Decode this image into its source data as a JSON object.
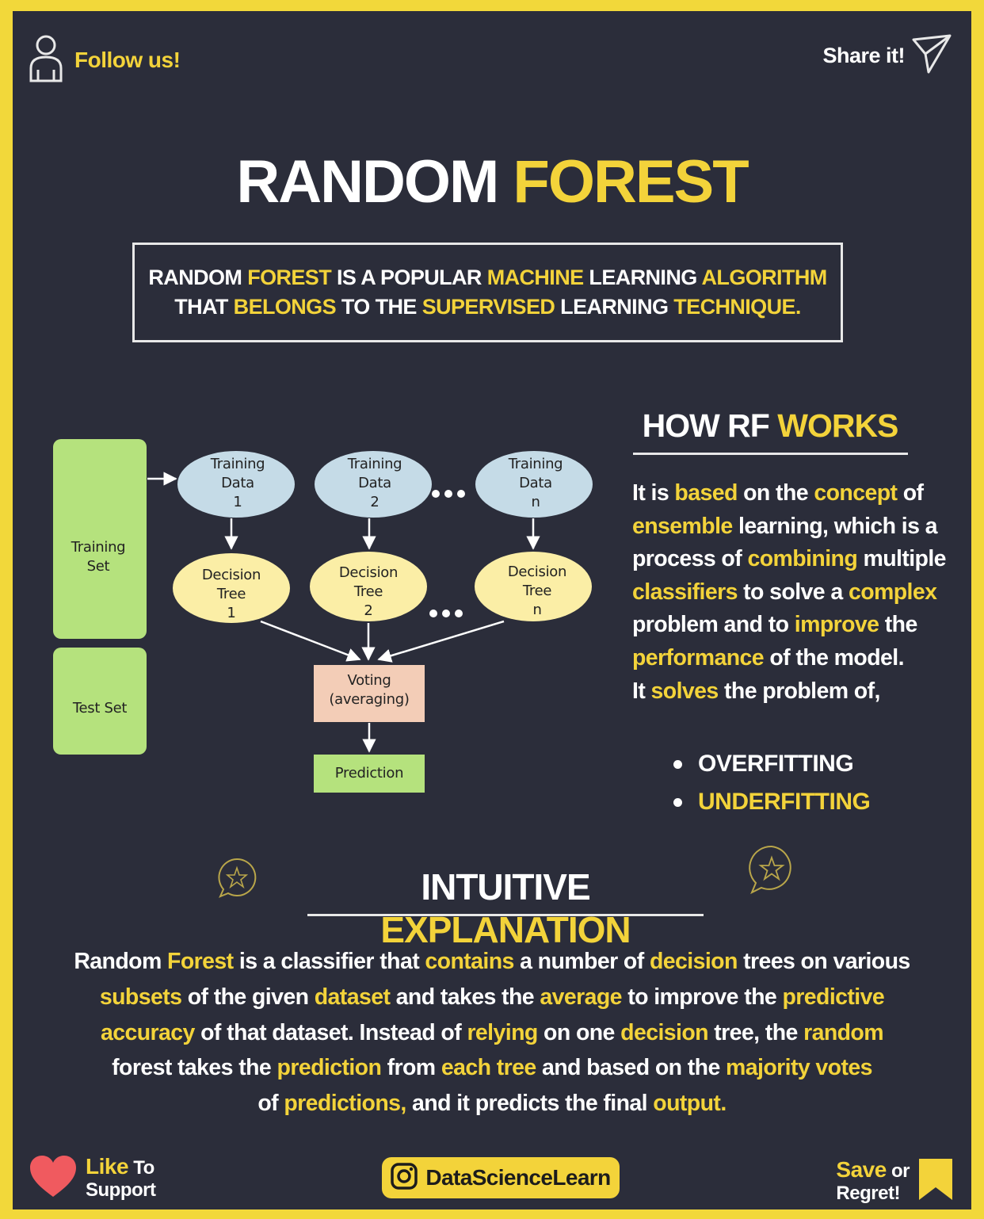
{
  "header": {
    "follow": "Follow us!",
    "share": "Share it!"
  },
  "title": {
    "part1": "RANDOM",
    "part2": "FOREST"
  },
  "definition": {
    "line1": [
      {
        "t": "RANDOM",
        "c": "w"
      },
      {
        "t": "FOREST",
        "c": "y"
      },
      {
        "t": "IS A POPULAR",
        "c": "w"
      },
      {
        "t": "MACHINE",
        "c": "y"
      },
      {
        "t": "LEARNING",
        "c": "w"
      },
      {
        "t": "ALGORITHM",
        "c": "y"
      }
    ],
    "line2": [
      {
        "t": "THAT",
        "c": "w"
      },
      {
        "t": "BELONGS",
        "c": "y"
      },
      {
        "t": "TO THE",
        "c": "w"
      },
      {
        "t": "SUPERVISED",
        "c": "y"
      },
      {
        "t": "LEARNING",
        "c": "w"
      },
      {
        "t": "TECHNIQUE.",
        "c": "y"
      }
    ]
  },
  "diagram": {
    "training_set": "Training\nSet",
    "test_set": "Test Set",
    "training_data": [
      "Training\nData\n1",
      "Training\nData\n2",
      "Training\nData\nn"
    ],
    "decision_trees": [
      "Decision\nTree\n1",
      "Decision\nTree\n2",
      "Decision\nTree\nn"
    ],
    "voting": "Voting\n(averaging)",
    "prediction": "Prediction",
    "colors": {
      "green": "#b5e27d",
      "blue": "#c5dbe7",
      "yellow": "#fbeea6",
      "peach": "#f3cdb7"
    }
  },
  "how": {
    "heading1": "HOW RF",
    "heading2": "WORKS",
    "lines": [
      [
        {
          "t": "It is ",
          "c": "w"
        },
        {
          "t": "based",
          "c": "y"
        },
        {
          "t": " on the ",
          "c": "w"
        },
        {
          "t": "concept",
          "c": "y"
        },
        {
          "t": " of",
          "c": "w"
        }
      ],
      [
        {
          "t": "ensemble",
          "c": "y"
        },
        {
          "t": " learning, which is a",
          "c": "w"
        }
      ],
      [
        {
          "t": "process of ",
          "c": "w"
        },
        {
          "t": "combining",
          "c": "y"
        },
        {
          "t": " multiple",
          "c": "w"
        }
      ],
      [
        {
          "t": "classifiers",
          "c": "y"
        },
        {
          "t": " to solve a ",
          "c": "w"
        },
        {
          "t": "complex",
          "c": "y"
        }
      ],
      [
        {
          "t": "problem and to ",
          "c": "w"
        },
        {
          "t": "improve",
          "c": "y"
        },
        {
          "t": " the",
          "c": "w"
        }
      ],
      [
        {
          "t": "performance",
          "c": "y"
        },
        {
          "t": " of the model.",
          "c": "w"
        }
      ],
      [
        {
          "t": "It ",
          "c": "w"
        },
        {
          "t": "solves",
          "c": "y"
        },
        {
          "t": " the problem of,",
          "c": "w"
        }
      ]
    ],
    "bullets": [
      {
        "t": "OVERFITTING",
        "c": "w"
      },
      {
        "t": "UNDERFITTING",
        "c": "y"
      }
    ]
  },
  "intuitive": {
    "heading1": "INTUITIVE",
    "heading2": "EXPLANATION",
    "lines": [
      [
        {
          "t": "Random ",
          "c": "w"
        },
        {
          "t": "Forest",
          "c": "y"
        },
        {
          "t": " is a classifier that ",
          "c": "w"
        },
        {
          "t": "contains",
          "c": "y"
        },
        {
          "t": " a number of ",
          "c": "w"
        },
        {
          "t": "decision",
          "c": "y"
        },
        {
          "t": " trees on various",
          "c": "w"
        }
      ],
      [
        {
          "t": "subsets",
          "c": "y"
        },
        {
          "t": " of the given ",
          "c": "w"
        },
        {
          "t": "dataset",
          "c": "y"
        },
        {
          "t": " and takes the ",
          "c": "w"
        },
        {
          "t": "average",
          "c": "y"
        },
        {
          "t": " to improve the ",
          "c": "w"
        },
        {
          "t": "predictive",
          "c": "y"
        }
      ],
      [
        {
          "t": "accuracy",
          "c": "y"
        },
        {
          "t": " of that dataset. Instead of ",
          "c": "w"
        },
        {
          "t": "relying",
          "c": "y"
        },
        {
          "t": " on one ",
          "c": "w"
        },
        {
          "t": "decision",
          "c": "y"
        },
        {
          "t": " tree, the ",
          "c": "w"
        },
        {
          "t": "random",
          "c": "y"
        }
      ],
      [
        {
          "t": "forest takes the ",
          "c": "w"
        },
        {
          "t": "prediction",
          "c": "y"
        },
        {
          "t": " from ",
          "c": "w"
        },
        {
          "t": "each tree",
          "c": "y"
        },
        {
          "t": " and based on the ",
          "c": "w"
        },
        {
          "t": "majority votes",
          "c": "y"
        }
      ],
      [
        {
          "t": "of ",
          "c": "w"
        },
        {
          "t": "predictions,",
          "c": "y"
        },
        {
          "t": " and it predicts the final ",
          "c": "w"
        },
        {
          "t": "output.",
          "c": "y"
        }
      ]
    ]
  },
  "footer": {
    "like1": "Like",
    "like2": "To",
    "like3": "Support",
    "handle": "DataScienceLearn",
    "save1": "Save",
    "save2": "or",
    "save3": "Regret!"
  },
  "icons": [
    "user-icon",
    "send-icon",
    "chat-star-icon",
    "heart-icon",
    "instagram-icon",
    "bookmark-icon"
  ]
}
